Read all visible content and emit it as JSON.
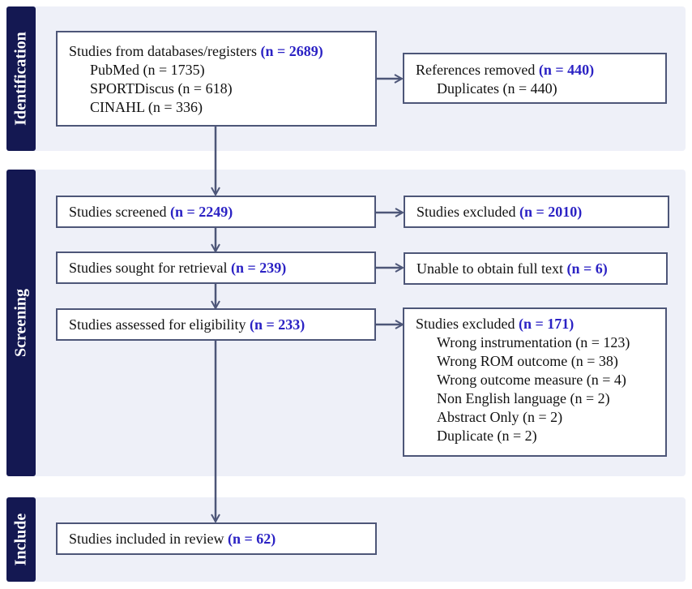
{
  "colors": {
    "band_bg": "#eef0f8",
    "band_label_bg": "#141852",
    "box_border": "#4d5678",
    "count_accent": "#2b22c4",
    "arrow": "#4d5678"
  },
  "bands": {
    "identification": "Identification",
    "screening": "Screening",
    "include": "Include"
  },
  "identified": {
    "label": "Studies from databases/registers",
    "count": "(n = 2689)",
    "sources": [
      "PubMed (n = 1735)",
      "SPORTDiscus (n = 618)",
      "CINAHL (n = 336)"
    ]
  },
  "removed": {
    "label": "References removed",
    "count": "(n = 440)",
    "details": [
      "Duplicates (n = 440)"
    ]
  },
  "screened": {
    "label": "Studies screened",
    "count": "(n = 2249)"
  },
  "excluded_screen": {
    "label": "Studies excluded",
    "count": "(n = 2010)"
  },
  "retrieval": {
    "label": "Studies sought for retrieval",
    "count": "(n = 239)"
  },
  "not_retrieved": {
    "label": "Unable to obtain full text",
    "count": "(n = 6)"
  },
  "eligibility": {
    "label": "Studies assessed for eligibility",
    "count": "(n = 233)"
  },
  "excluded_eligibility": {
    "label": "Studies excluded",
    "count": "(n = 171)",
    "reasons": [
      "Wrong instrumentation (n = 123)",
      "Wrong ROM outcome (n = 38)",
      "Wrong outcome measure (n = 4)",
      "Non English language (n = 2)",
      "Abstract Only (n = 2)",
      "Duplicate (n = 2)"
    ]
  },
  "included": {
    "label": "Studies included in review",
    "count": "(n = 62)"
  }
}
